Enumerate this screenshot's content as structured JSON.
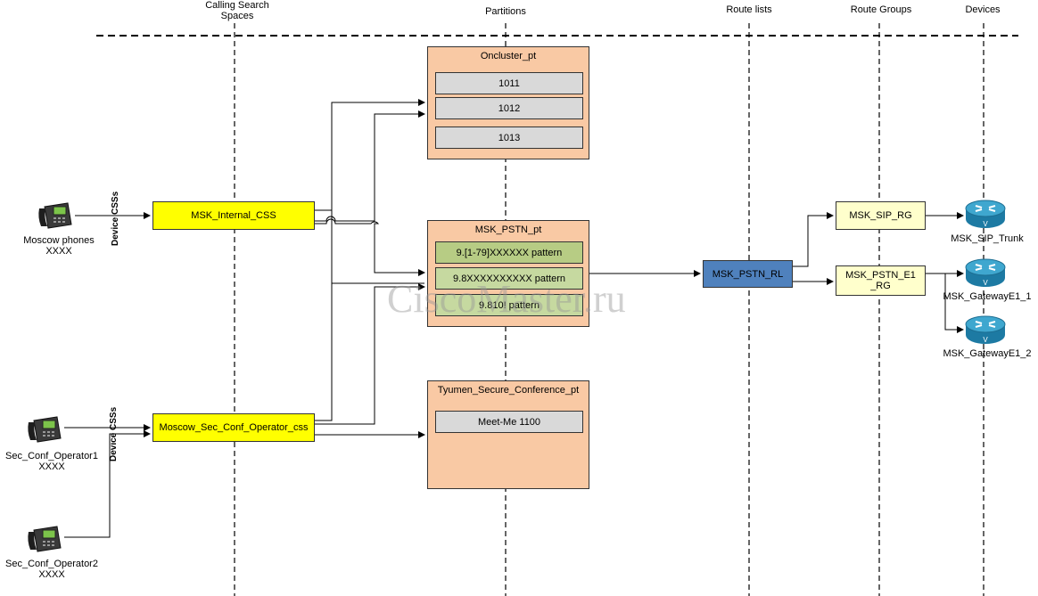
{
  "columns": {
    "css": "Calling Search\nSpaces",
    "partitions": "Partitions",
    "route_lists": "Route lists",
    "route_groups": "Route Groups",
    "devices": "Devices"
  },
  "phones": [
    {
      "name": "Moscow phones",
      "sub": "XXXX"
    },
    {
      "name": "Sec_Conf_Operator1",
      "sub": "XXXX"
    },
    {
      "name": "Sec_Conf_Operator2",
      "sub": "XXXX"
    }
  ],
  "device_css_labels": [
    "Device CSSs",
    "Device CSSs"
  ],
  "css": {
    "internal": "MSK_Internal_CSS",
    "sec_conf": "Moscow_Sec_Conf_Operator_css"
  },
  "partitions": {
    "oncluster": {
      "title": "Oncluster_pt",
      "patterns": [
        "1011",
        "1012",
        "1013"
      ]
    },
    "pstn": {
      "title": "MSK_PSTN_pt",
      "patterns": [
        "9.[1-79]XXXXXX pattern",
        "9.8XXXXXXXXXX pattern",
        "9.810! pattern"
      ]
    },
    "tyumen": {
      "title": "Tyumen_Secure_Conference_pt",
      "patterns": [
        "Meet-Me 1100"
      ]
    }
  },
  "route_list": "MSK_PSTN_RL",
  "route_groups": {
    "sip": "MSK_SIP_RG",
    "e1": "MSK_PSTN_E1\n_RG"
  },
  "devices": [
    "MSK_SIP_Trunk",
    "MSK_GatewayE1_1",
    "MSK_GatewayE1_2"
  ],
  "watermark": "CiscoMaster.ru",
  "colors": {
    "partition": "#f9c9a4",
    "css": "#ffff00",
    "route_list": "#4f81bd",
    "route_group": "#ffffcc",
    "router": "#2a8fb8"
  }
}
